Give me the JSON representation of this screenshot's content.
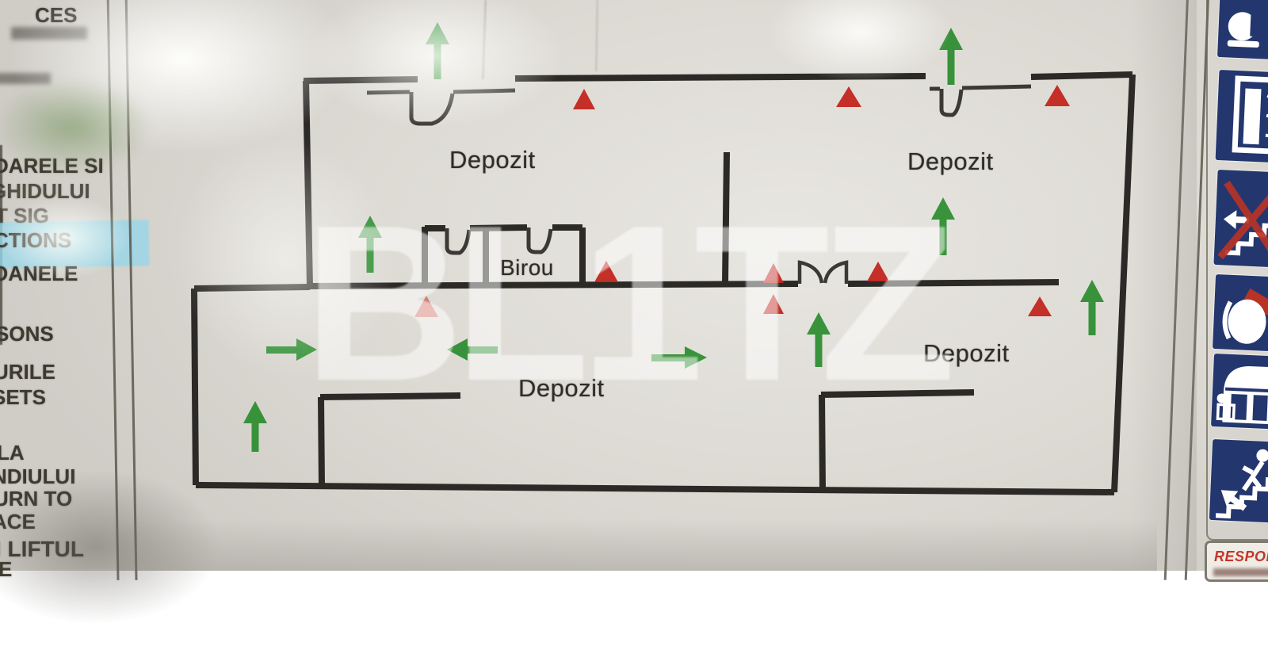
{
  "watermark": {
    "text": "BL1TZ"
  },
  "floor_plan": {
    "room_labels": [
      {
        "name": "depozit-top-left",
        "text": "Depozit"
      },
      {
        "name": "depozit-top-right",
        "text": "Depozit"
      },
      {
        "name": "depozit-bottom-right",
        "text": "Depozit"
      },
      {
        "name": "depozit-bottom-center",
        "text": "Depozit"
      },
      {
        "name": "birou",
        "text": "Birou"
      }
    ],
    "legend_symbols": {
      "evacuation_arrow_color": "#2f8f33",
      "marker_triangle_color": "#c2251d",
      "wall_color": "#2b2a26",
      "up_arrows": 7,
      "right_arrows": 2,
      "left_arrows": 1,
      "red_triangles": 9
    }
  },
  "left_legend": {
    "fragments": [
      "CES",
      "DARELE SI",
      "GHIDULUI",
      "T SIG",
      "CTIONS",
      "OANELE",
      "SONS",
      "URILE",
      "SETS",
      "LA",
      "NDIULUI",
      "URN TO",
      "ACE",
      "I LIFTUL",
      "E"
    ],
    "highlight_color": "#9ed6e6"
  },
  "right_panel": {
    "icons": [
      {
        "name": "phone-icon"
      },
      {
        "name": "exit-door-icon"
      },
      {
        "name": "no-stairs-icon"
      },
      {
        "name": "fire-extinguisher-icon"
      },
      {
        "name": "window-shelter-icon"
      },
      {
        "name": "use-stairs-icon"
      }
    ],
    "responsible_text": "RESPONSA",
    "icon_background": "#24366e"
  }
}
